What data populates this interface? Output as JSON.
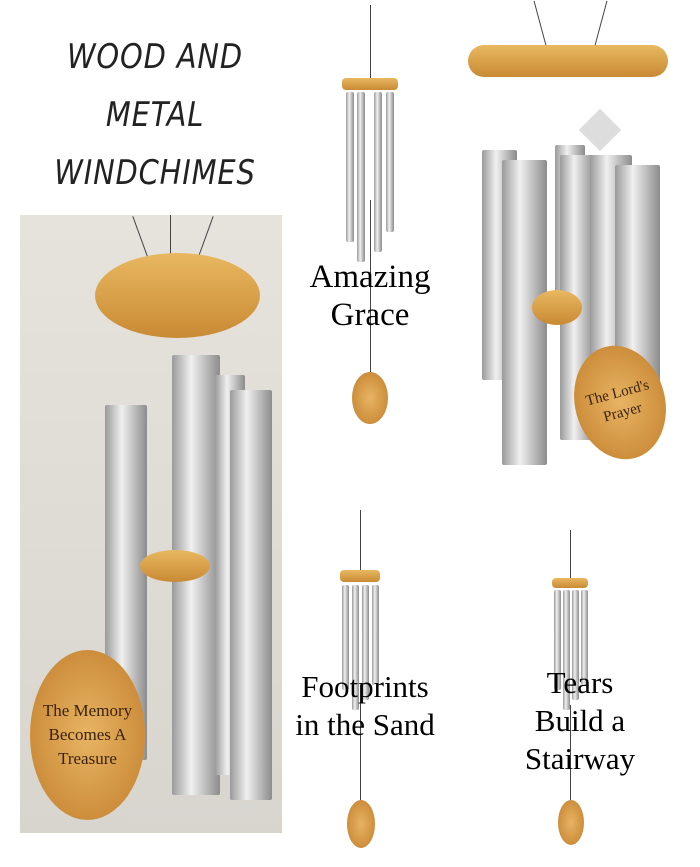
{
  "title": "WOOD AND METAL WINDCHIMES",
  "products": [
    {
      "name": "Amazing Grace"
    },
    {
      "name": "The Lord's Prayer",
      "tag_text": "The Lord's Prayer"
    },
    {
      "name": "Footprints in the Sand"
    },
    {
      "name": "Tears Build a Stairway"
    },
    {
      "name": "The Memory Becomes A Treasure",
      "tag_text": "The Memory Becomes A Treasure"
    }
  ],
  "colors": {
    "wood": "#d9a04a",
    "metal": "#c8c8c8",
    "background": "#ffffff"
  }
}
